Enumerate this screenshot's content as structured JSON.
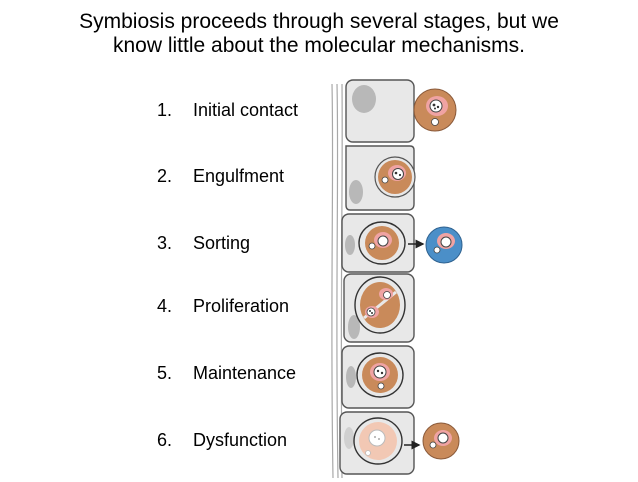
{
  "title": {
    "line1": "Symbiosis proceeds through several stages, but we",
    "line2": "know little about the molecular mechanisms."
  },
  "stages": [
    {
      "number": "1.",
      "label": "Initial contact"
    },
    {
      "number": "2.",
      "label": "Engulfment"
    },
    {
      "number": "3.",
      "label": "Sorting"
    },
    {
      "number": "4.",
      "label": "Proliferation"
    },
    {
      "number": "5.",
      "label": "Maintenance"
    },
    {
      "number": "6.",
      "label": "Dysfunction"
    }
  ],
  "colors": {
    "cell_fill": "#e8e8e8",
    "cell_stroke": "#555555",
    "nucleus": "#b8b8b8",
    "symbiont_brown": "#c98a5a",
    "symbiont_pink": "#f0a3a3",
    "expelled_blue": "#4b8fc8",
    "pale_symbiont": "#f2c8b4"
  }
}
